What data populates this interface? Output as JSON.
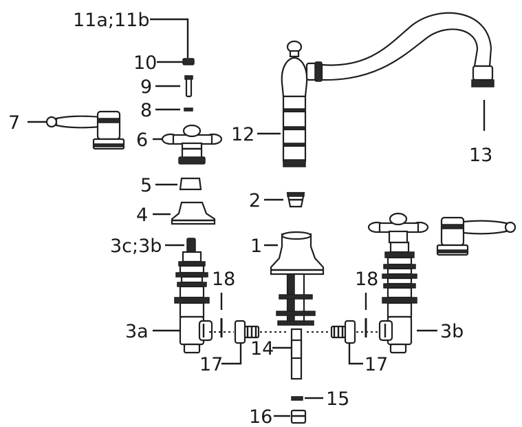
{
  "labels": {
    "p11": "11a;11b",
    "p10": "10",
    "p9": "9",
    "p8": "8",
    "p7": "7",
    "p6": "6",
    "p12": "12",
    "p13": "13",
    "p5": "5",
    "p2": "2",
    "p4": "4",
    "p3c": "3c;3b",
    "p1": "1",
    "p18l": "18",
    "p18r": "18",
    "p3a": "3a",
    "p3b": "3b",
    "p14": "14",
    "p17l": "17",
    "p17r": "17",
    "p15": "15",
    "p16": "16"
  }
}
